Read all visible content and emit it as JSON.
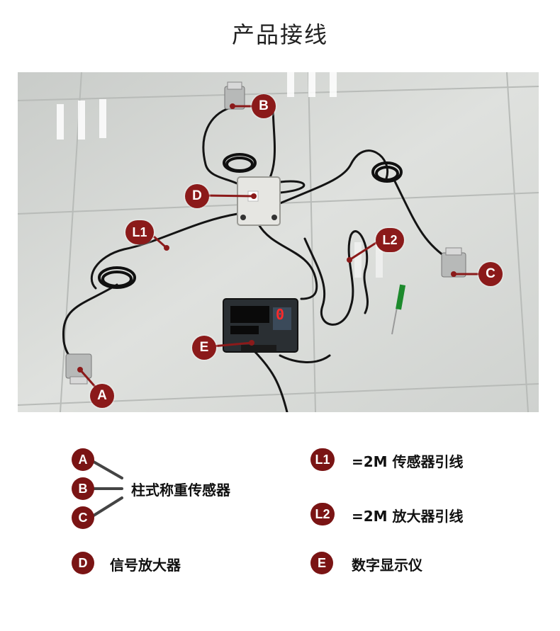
{
  "title": "产品接线",
  "photo_markers": {
    "A": "A",
    "B": "B",
    "C": "C",
    "D": "D",
    "E": "E",
    "L1": "L1",
    "L2": "L2"
  },
  "display_reading": "0",
  "legend": {
    "A": "A",
    "B": "B",
    "C": "C",
    "D": "D",
    "E": "E",
    "L1": "L1",
    "L2": "L2",
    "sensor_group": "柱式称重传感器",
    "d_desc": "信号放大器",
    "e_desc": "数字显示仪",
    "l1_desc": "=2M 传感器引线",
    "l2_desc": "=2M 放大器引线"
  },
  "colors": {
    "marker": "#8b1a1a",
    "floor": "#d9dbd8"
  }
}
